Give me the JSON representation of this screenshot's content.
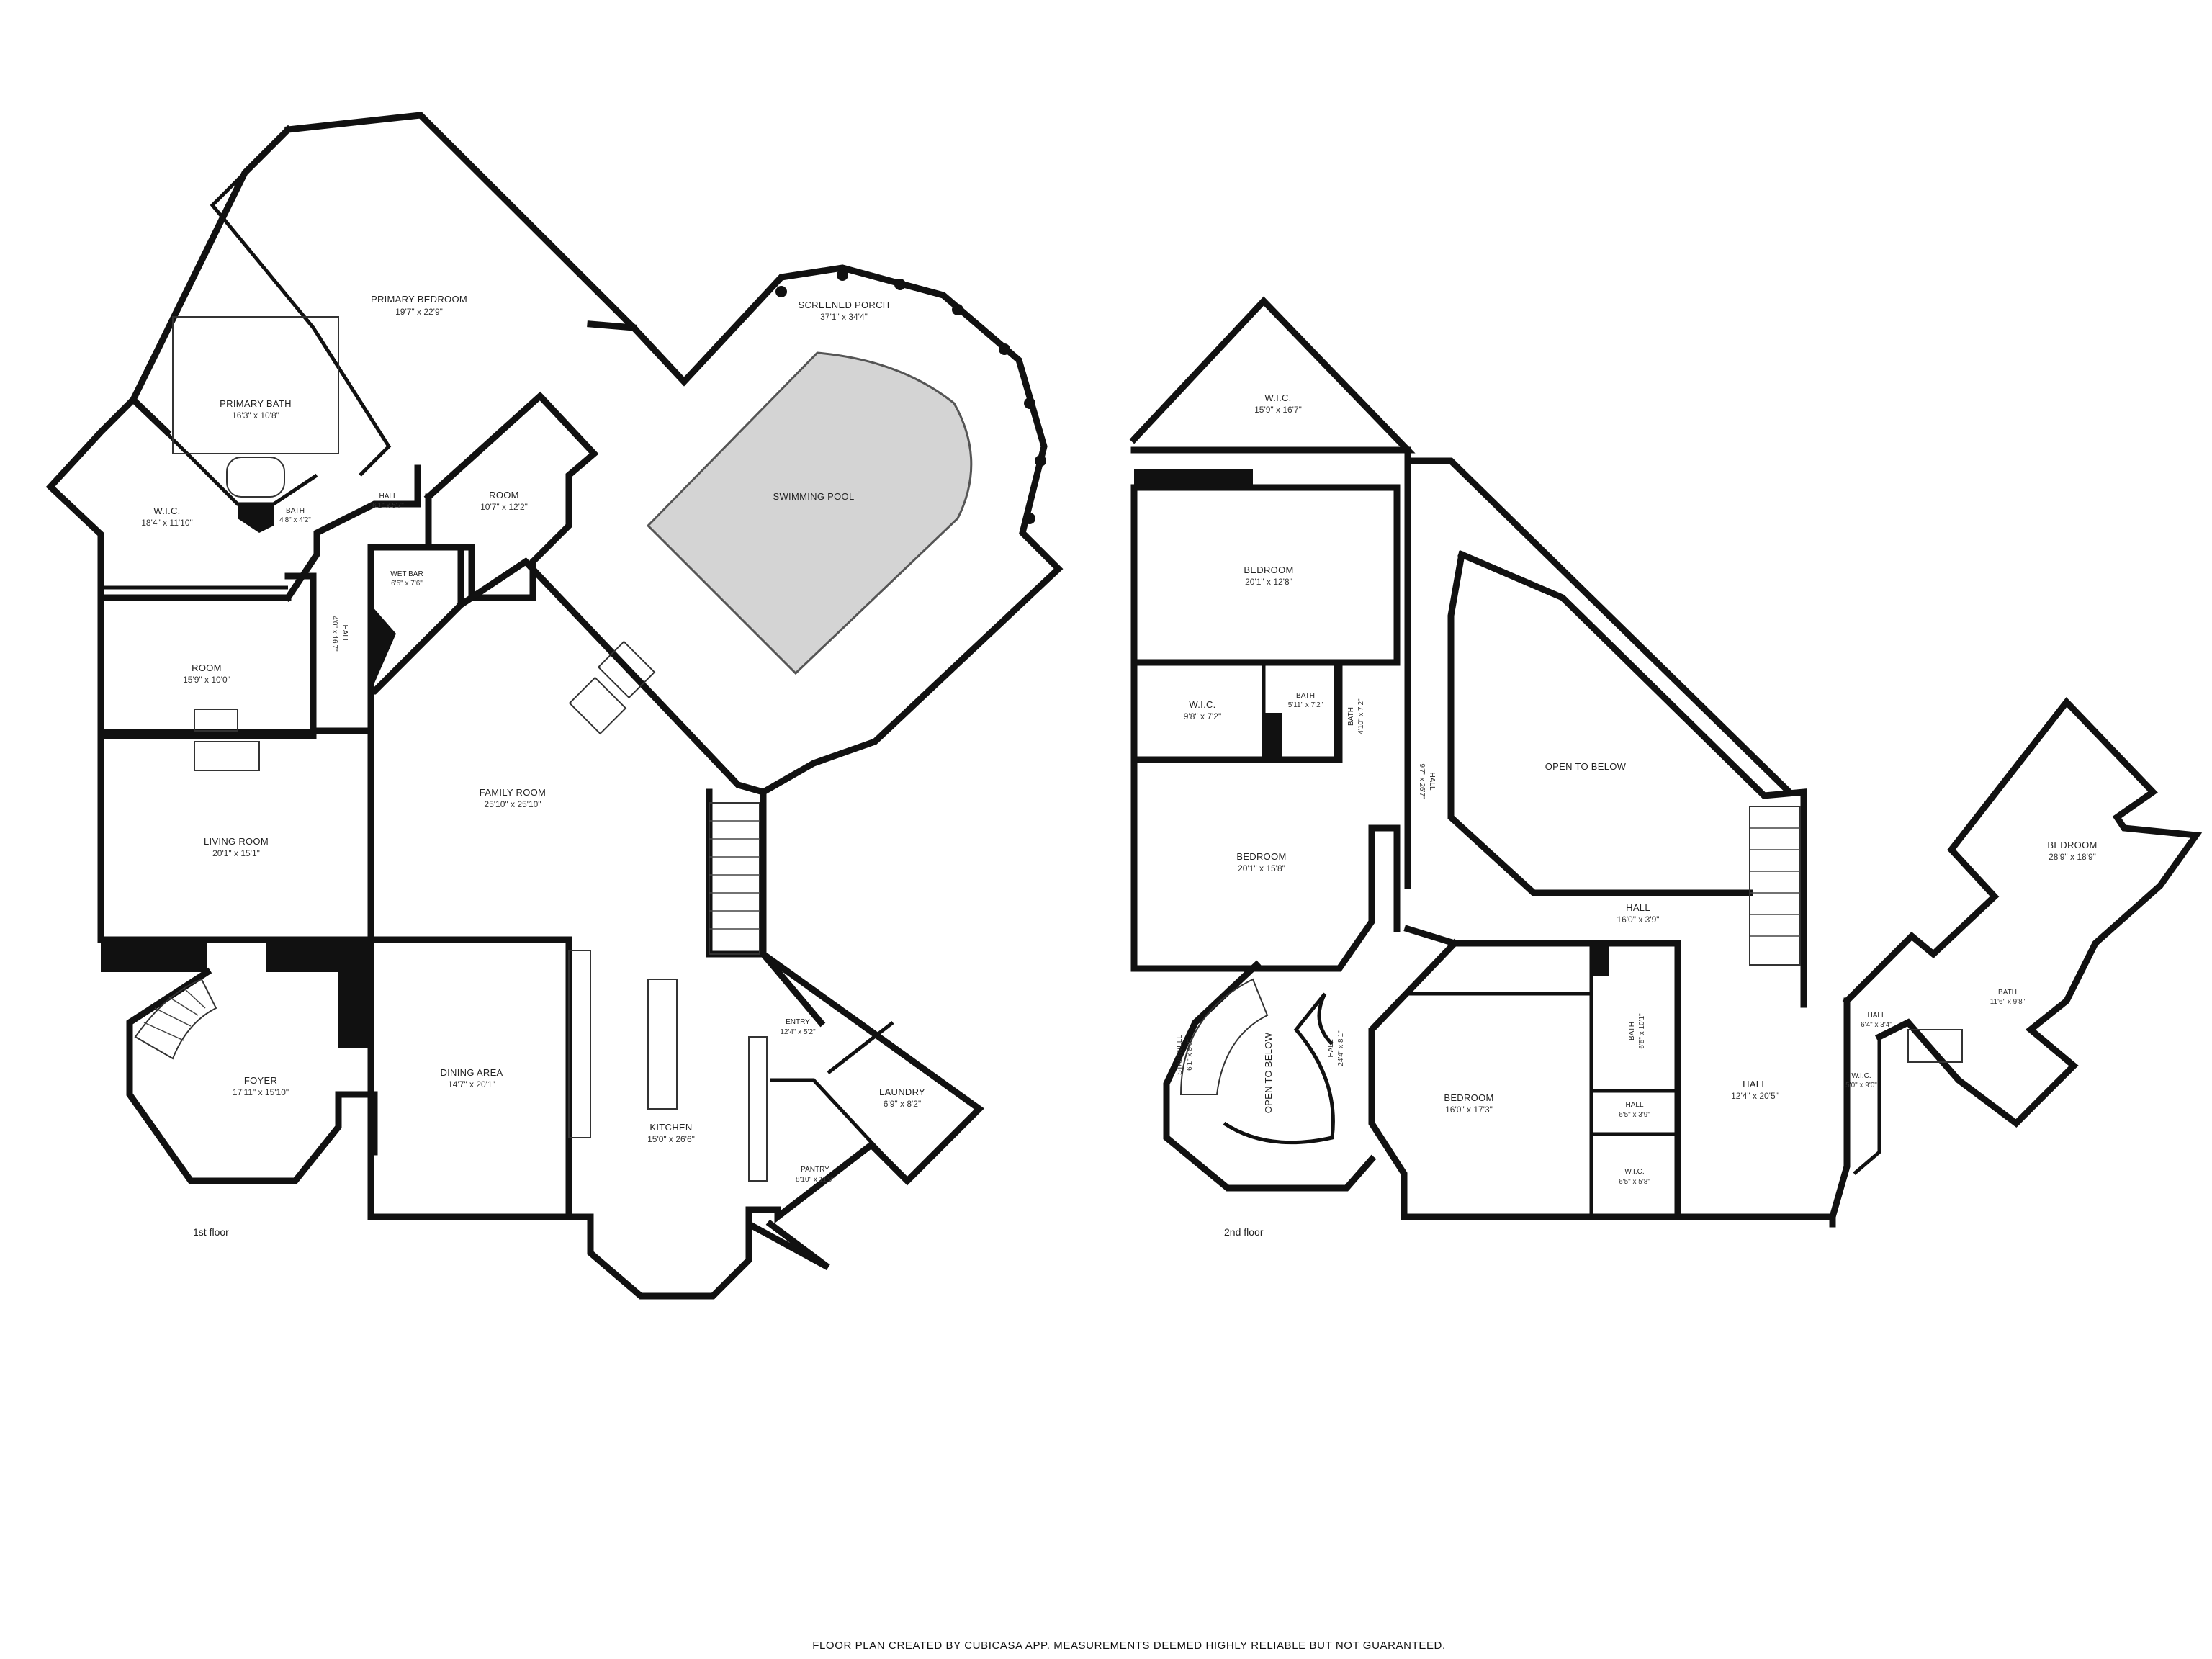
{
  "floors": [
    {
      "label": "1st floor",
      "rooms": [
        {
          "name": "PRIMARY BEDROOM",
          "dims": "19'7\" x 22'9\""
        },
        {
          "name": "SCREENED PORCH",
          "dims": "37'1\" x 34'4\""
        },
        {
          "name": "PRIMARY BATH",
          "dims": "16'3\" x 10'8\""
        },
        {
          "name": "SWIMMING POOL",
          "dims": ""
        },
        {
          "name": "ROOM",
          "dims": "10'7\" x 12'2\""
        },
        {
          "name": "W.I.C.",
          "dims": "18'4\" x 11'10\""
        },
        {
          "name": "BATH",
          "dims": "4'8\" x 4'2\""
        },
        {
          "name": "HALL",
          "dims": "6'1\" x 5'7\""
        },
        {
          "name": "WET BAR",
          "dims": "6'5\" x 7'6\""
        },
        {
          "name": "HALL",
          "dims": "4'0\" x 16'7\""
        },
        {
          "name": "ROOM",
          "dims": "15'9\" x 10'0\""
        },
        {
          "name": "FAMILY ROOM",
          "dims": "25'10\" x 25'10\""
        },
        {
          "name": "LIVING ROOM",
          "dims": "20'1\" x 15'1\""
        },
        {
          "name": "ENTRY",
          "dims": "12'4\" x 5'2\""
        },
        {
          "name": "LAUNDRY",
          "dims": "6'9\" x 8'2\""
        },
        {
          "name": "DINING AREA",
          "dims": "14'7\" x 20'1\""
        },
        {
          "name": "FOYER",
          "dims": "17'11\" x 15'10\""
        },
        {
          "name": "KITCHEN",
          "dims": "15'0\" x 26'6\""
        },
        {
          "name": "PANTRY",
          "dims": "8'10\" x 11'9\""
        }
      ]
    },
    {
      "label": "2nd floor",
      "rooms": [
        {
          "name": "W.I.C.",
          "dims": "15'9\" x 16'7\""
        },
        {
          "name": "BEDROOM",
          "dims": "20'1\" x 12'8\""
        },
        {
          "name": "W.I.C.",
          "dims": "9'8\" x 7'2\""
        },
        {
          "name": "BATH",
          "dims": "5'11\" x 7'2\""
        },
        {
          "name": "BATH",
          "dims": "4'10\" x 7'2\""
        },
        {
          "name": "HALL",
          "dims": "9'7\" x 26'7\""
        },
        {
          "name": "OPEN TO BELOW",
          "dims": ""
        },
        {
          "name": "BEDROOM",
          "dims": "20'1\" x 15'8\""
        },
        {
          "name": "BEDROOM",
          "dims": "28'9\" x 18'9\""
        },
        {
          "name": "HALL",
          "dims": "16'0\" x 3'9\""
        },
        {
          "name": "BATH",
          "dims": "11'6\" x 9'8\""
        },
        {
          "name": "HALL",
          "dims": "6'4\" x 3'4\""
        },
        {
          "name": "BATH",
          "dims": "6'5\" x 10'1\""
        },
        {
          "name": "STAIRWELL",
          "dims": "6'1\" x 8'0\""
        },
        {
          "name": "OPEN TO BELOW",
          "dims": ""
        },
        {
          "name": "HALL",
          "dims": "24'4\" x 8'1\""
        },
        {
          "name": "BEDROOM",
          "dims": "16'0\" x 17'3\""
        },
        {
          "name": "HALL",
          "dims": "6'5\" x 3'9\""
        },
        {
          "name": "HALL",
          "dims": "12'4\" x 20'5\""
        },
        {
          "name": "W.I.C.",
          "dims": "5'0\" x 9'0\""
        },
        {
          "name": "W.I.C.",
          "dims": "6'5\" x 5'8\""
        }
      ]
    }
  ],
  "disclaimer": "FLOOR PLAN CREATED BY CUBICASA APP. MEASUREMENTS DEEMED HIGHLY RELIABLE BUT NOT GUARANTEED."
}
